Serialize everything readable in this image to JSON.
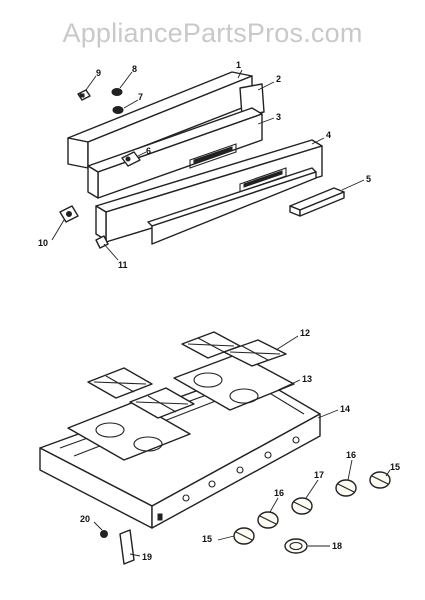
{
  "watermark": "AppliancePartsPros.com",
  "callouts": {
    "c1": "1",
    "c2": "2",
    "c3": "3",
    "c4": "4",
    "c5": "5",
    "c6": "6",
    "c7": "7",
    "c8": "8",
    "c9": "9",
    "c10": "10",
    "c11": "11",
    "c12": "12",
    "c13": "13",
    "c14": "14",
    "c15a": "15",
    "c15b": "15",
    "c16a": "16",
    "c16b": "16",
    "c17": "17",
    "c18": "18",
    "c19": "19",
    "c20": "20"
  }
}
